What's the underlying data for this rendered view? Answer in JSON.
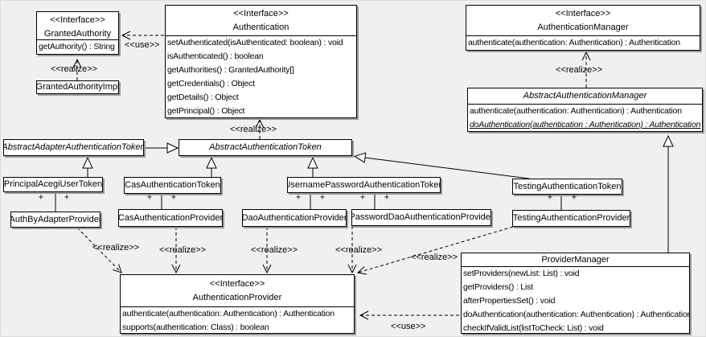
{
  "labels": {
    "realize": "<<realize>>",
    "use": "<<use>>",
    "plus": "+"
  },
  "colors": {
    "background": "#f0f0f0",
    "box_fill": "#ffffff",
    "box_border": "#000000",
    "box_shadow": "#9b9b9b",
    "text": "#000000"
  },
  "classes": {
    "granted_authority": {
      "stereotype": "<<Interface>>",
      "name": "GrantedAuthority",
      "methods": [
        "getAuthority() : String"
      ]
    },
    "granted_authority_impl": {
      "name": "GrantedAuthorityImpl"
    },
    "authentication": {
      "stereotype": "<<Interface>>",
      "name": "Authentication",
      "methods": [
        "setAuthenticated(isAuthenticated: boolean) : void",
        "isAuthenticated() : boolean",
        "getAuthorities() : GrantedAuthority[]",
        "getCredentials() : Object",
        "getDetails() : Object",
        "getPrincipal() : Object"
      ]
    },
    "authentication_manager": {
      "stereotype": "<<Interface>>",
      "name": "AuthenticationManager",
      "methods": [
        "authenticate(authentication: Authentication) : Authentication"
      ]
    },
    "abstract_authentication_manager": {
      "name": "AbstractAuthenticationManager",
      "methods": [
        "authenticate(authentication: Authentication) : Authentication",
        "doAuthentication(authentication : Authentication) : Authentication"
      ]
    },
    "abstract_adapter_authentication_token": {
      "name": "AbstractAdapterAuthenticationToken"
    },
    "abstract_authentication_token": {
      "name": "AbstractAuthenticationToken"
    },
    "principal_acegi_user_token": {
      "name": "PrincipalAcegiUserToken"
    },
    "cas_authentication_token": {
      "name": "CasAuthenticationToken"
    },
    "username_password_authentication_token": {
      "name": "UsernamePasswordAuthenticationToken"
    },
    "testing_authentication_token": {
      "name": "TestingAuthenticationToken"
    },
    "auth_by_adapter_provider": {
      "name": "AuthByAdapterProvider"
    },
    "cas_authentication_provider": {
      "name": "CasAuthenticationProvider"
    },
    "dao_authentication_provider": {
      "name": "DaoAuthenticationProvider"
    },
    "password_dao_authentication_provider": {
      "name": "PasswordDaoAuthenticationProvider"
    },
    "testing_authentication_provider": {
      "name": "TestingAuthenticationProvider"
    },
    "authentication_provider": {
      "stereotype": "<<Interface>>",
      "name": "AuthenticationProvider",
      "methods": [
        "authenticate(authentication: Authentication) : Authentication",
        "supports(authentication: Class) : boolean"
      ]
    },
    "provider_manager": {
      "name": "ProviderManager",
      "methods": [
        "setProviders(newList: List) : void",
        "getProviders() : List",
        "afterPropertiesSet() : void",
        "doAuthentication(authentication: Authentication) : Authentication",
        "checkIfValidList(listToCheck: List) : void"
      ]
    }
  }
}
